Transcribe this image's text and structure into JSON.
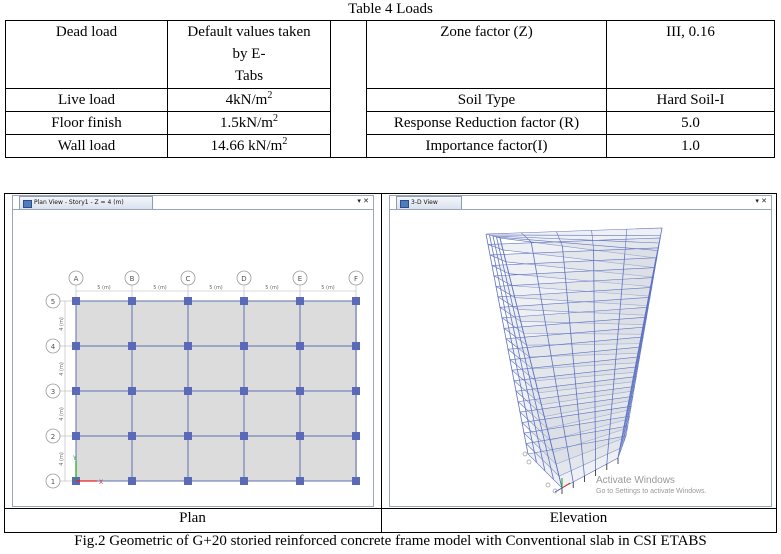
{
  "table": {
    "title": "Table 4 Loads",
    "rows": [
      {
        "label": "Dead load",
        "value_lines": [
          "Default values taken",
          "by E-",
          "Tabs"
        ],
        "param": "Zone factor (Z)",
        "param_value": "III, 0.16"
      },
      {
        "label": "Live load",
        "value": "4kN/m",
        "value_sup": "2",
        "param": "Soil Type",
        "param_value": "Hard Soil-I"
      },
      {
        "label": "Floor finish",
        "value": "1.5kN/m",
        "value_sup": "2",
        "param": "Response Reduction factor (R)",
        "param_value": "5.0"
      },
      {
        "label": "Wall load",
        "value": "14.66 kN/m",
        "value_sup": "2",
        "param": "Importance factor(I)",
        "param_value": "1.0"
      }
    ]
  },
  "figure": {
    "plan_panel": {
      "tab_title": "Plan View - Story1 - Z = 4 (m)",
      "controls": "▾ ✕",
      "col_labels": [
        "A",
        "B",
        "C",
        "D",
        "E",
        "F"
      ],
      "row_labels": [
        "5",
        "4",
        "3",
        "2",
        "1"
      ],
      "span_x_label": "5 (m)",
      "span_y_label": "4 (m)",
      "axis_x_label": "X",
      "axis_y_label": "Y"
    },
    "elev_panel": {
      "tab_title": "3-D View",
      "controls": "▾ ✕",
      "watermark_title": "Activate Windows",
      "watermark_sub": "Go to Settings to activate Windows."
    },
    "plan_label": "Plan",
    "elev_label": "Elevation",
    "caption": "Fig.2 Geometric of G+20 storied reinforced concrete frame model with Conventional slab in CSI ETABS",
    "colors": {
      "grid": "#5b6fb0",
      "joint": "#5a6ab8",
      "slab": "#dcdcdc",
      "frame": "#5f73c2",
      "bubble": "#9a9a9a"
    }
  }
}
